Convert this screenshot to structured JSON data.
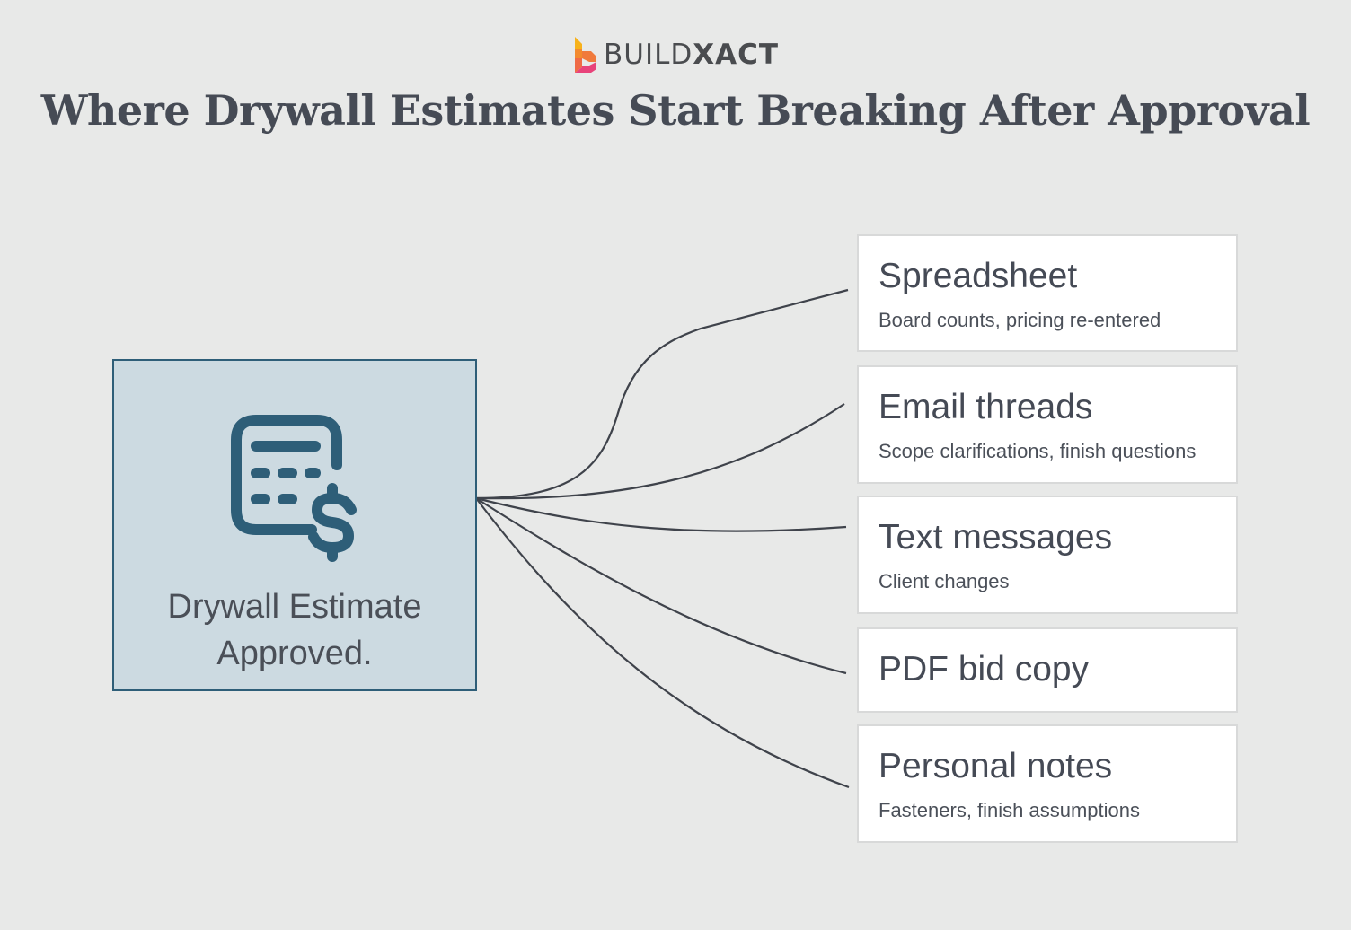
{
  "brand": {
    "name_light": "BUILD",
    "name_bold": "XACT",
    "colors": {
      "logo_top": "#f7b21b",
      "logo_mid": "#f07a3c",
      "logo_bottom": "#e8437a"
    }
  },
  "title": "Where Drywall Estimates Start Breaking After Approval",
  "hub": {
    "icon": "calculator-dollar-icon",
    "label_line1": "Drywall Estimate",
    "label_line2": "Approved.",
    "fill": "#ccdae1",
    "border": "#2e5e78"
  },
  "cards": [
    {
      "title": "Spreadsheet",
      "subtitle": "Board counts, pricing re-entered"
    },
    {
      "title": "Email threads",
      "subtitle": "Scope clarifications, finish questions"
    },
    {
      "title": "Text messages",
      "subtitle": "Client changes"
    },
    {
      "title": "PDF bid copy",
      "subtitle": ""
    },
    {
      "title": "Personal notes",
      "subtitle": "Fasteners, finish assumptions"
    }
  ]
}
